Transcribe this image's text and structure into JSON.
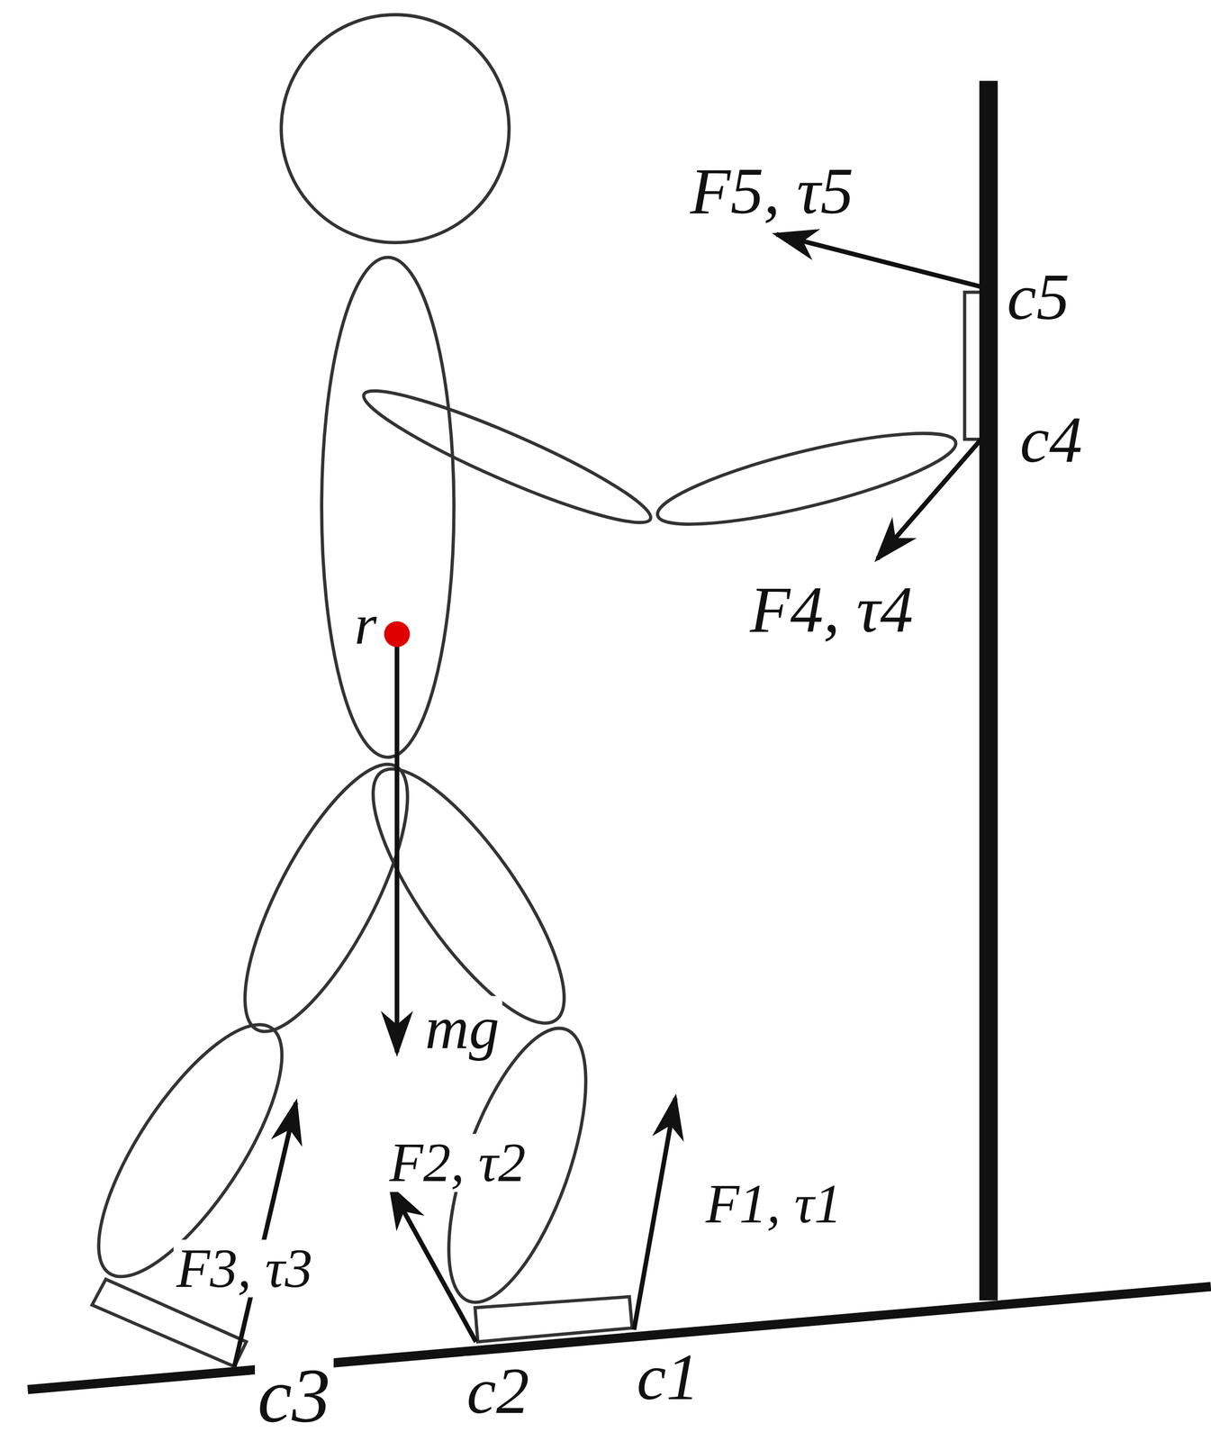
{
  "diagram": {
    "labels": [
      "F5, τ5",
      "c5",
      "c4",
      "F4, τ4",
      "r",
      "mg",
      "F2, τ2",
      "F1, τ1",
      "F3, τ3",
      "c3",
      "c2",
      "c1"
    ]
  }
}
